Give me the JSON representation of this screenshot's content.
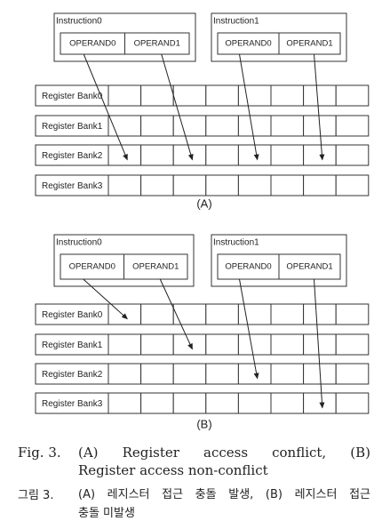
{
  "diagrams": [
    {
      "label": "(A)",
      "instructions": [
        {
          "title": "Instruction0",
          "operands": [
            "OPERAND0",
            "OPERAND1"
          ]
        },
        {
          "title": "Instruction1",
          "operands": [
            "OPERAND0",
            "OPERAND1"
          ]
        }
      ],
      "banks": [
        "Register Bank0",
        "Register Bank1",
        "Register Bank2",
        "Register Bank3"
      ],
      "arrows": [
        {
          "instruction": 0,
          "operand": 0,
          "bank": 2,
          "cell": 2
        },
        {
          "instruction": 0,
          "operand": 1,
          "bank": 2,
          "cell": 4
        },
        {
          "instruction": 1,
          "operand": 0,
          "bank": 2,
          "cell": 6
        },
        {
          "instruction": 1,
          "operand": 1,
          "bank": 2,
          "cell": 8
        }
      ]
    },
    {
      "label": "(B)",
      "instructions": [
        {
          "title": "Instruction0",
          "operands": [
            "OPERAND0",
            "OPERAND1"
          ]
        },
        {
          "title": "Instruction1",
          "operands": [
            "OPERAND0",
            "OPERAND1"
          ]
        }
      ],
      "banks": [
        "Register Bank0",
        "Register Bank1",
        "Register Bank2",
        "Register Bank3"
      ],
      "arrows": [
        {
          "instruction": 0,
          "operand": 0,
          "bank": 0,
          "cell": 2
        },
        {
          "instruction": 0,
          "operand": 1,
          "bank": 1,
          "cell": 4
        },
        {
          "instruction": 1,
          "operand": 0,
          "bank": 2,
          "cell": 6
        },
        {
          "instruction": 1,
          "operand": 1,
          "bank": 3,
          "cell": 8
        }
      ]
    }
  ],
  "caption_en": {
    "label": "Fig. 3.",
    "line1": "(A) Register access conflict, (B)",
    "line2": "Register access non-conflict"
  },
  "caption_ko": {
    "label": "그림 3.",
    "line1": "(A) 레지스터 접근 충돌 발생, (B) 레지스터 접근",
    "line2": "충돌 미발생"
  }
}
